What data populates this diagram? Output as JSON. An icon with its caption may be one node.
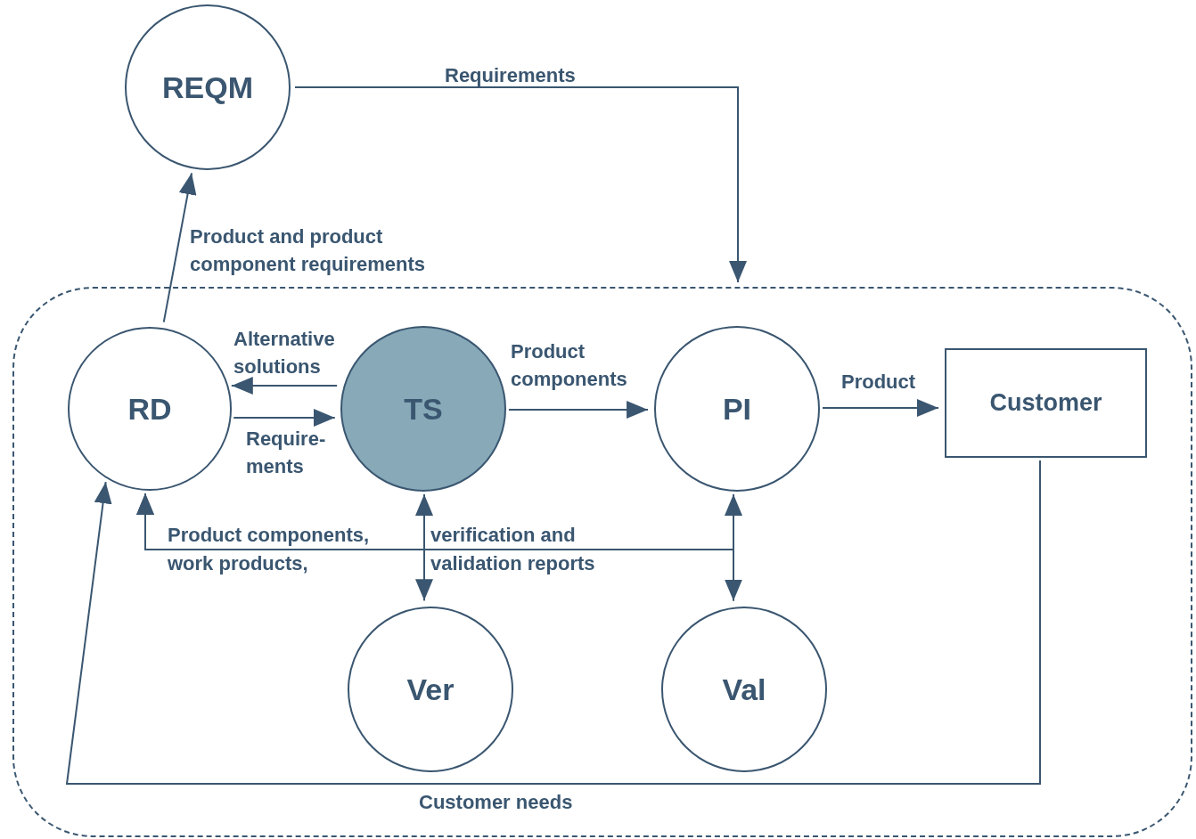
{
  "diagram": {
    "nodes": [
      {
        "text": [
          "REQM"
        ]
      },
      {
        "text": [],
        "shape": "box"
      },
      {
        "text": [
          "RD"
        ],
        "in": 1
      },
      {
        "text": [
          "TS"
        ],
        "in": 1
      },
      {
        "text": [
          "PI"
        ],
        "in": 1
      },
      {
        "text": [
          "Customer"
        ],
        "in": 1
      },
      {
        "text": [
          "Ver"
        ],
        "in": 1
      },
      {
        "text": [
          "Val"
        ],
        "in": 1
      }
    ],
    "edges": [
      {
        "from": 0,
        "to": 1,
        "arrow": "to",
        "label": "Requirements"
      },
      {
        "from": 2,
        "to": 0,
        "arrow": "to",
        "label": "Product and product component requirements"
      },
      {
        "from": 3,
        "to": 2,
        "arrow": "to",
        "label": "Alternative solutions"
      },
      {
        "from": 2,
        "to": 3,
        "arrow": "to",
        "label": "Require-ments"
      },
      {
        "from": 3,
        "to": 4,
        "arrow": "to",
        "label": "Product components"
      },
      {
        "from": 4,
        "to": 5,
        "arrow": "to",
        "label": "Product"
      },
      {
        "from": 5,
        "to": 2,
        "arrow": "to",
        "label": "Customer needs"
      },
      {
        "from": 3,
        "to": 6,
        "arrow": "both"
      },
      {
        "from": 4,
        "to": 7,
        "arrow": "both"
      },
      {
        "from": 6,
        "to": 2,
        "arrow": "to"
      },
      {
        "from": 7,
        "to": 2,
        "arrow": "to",
        "label": "Product components, work products, verification and validation reports"
      }
    ]
  }
}
